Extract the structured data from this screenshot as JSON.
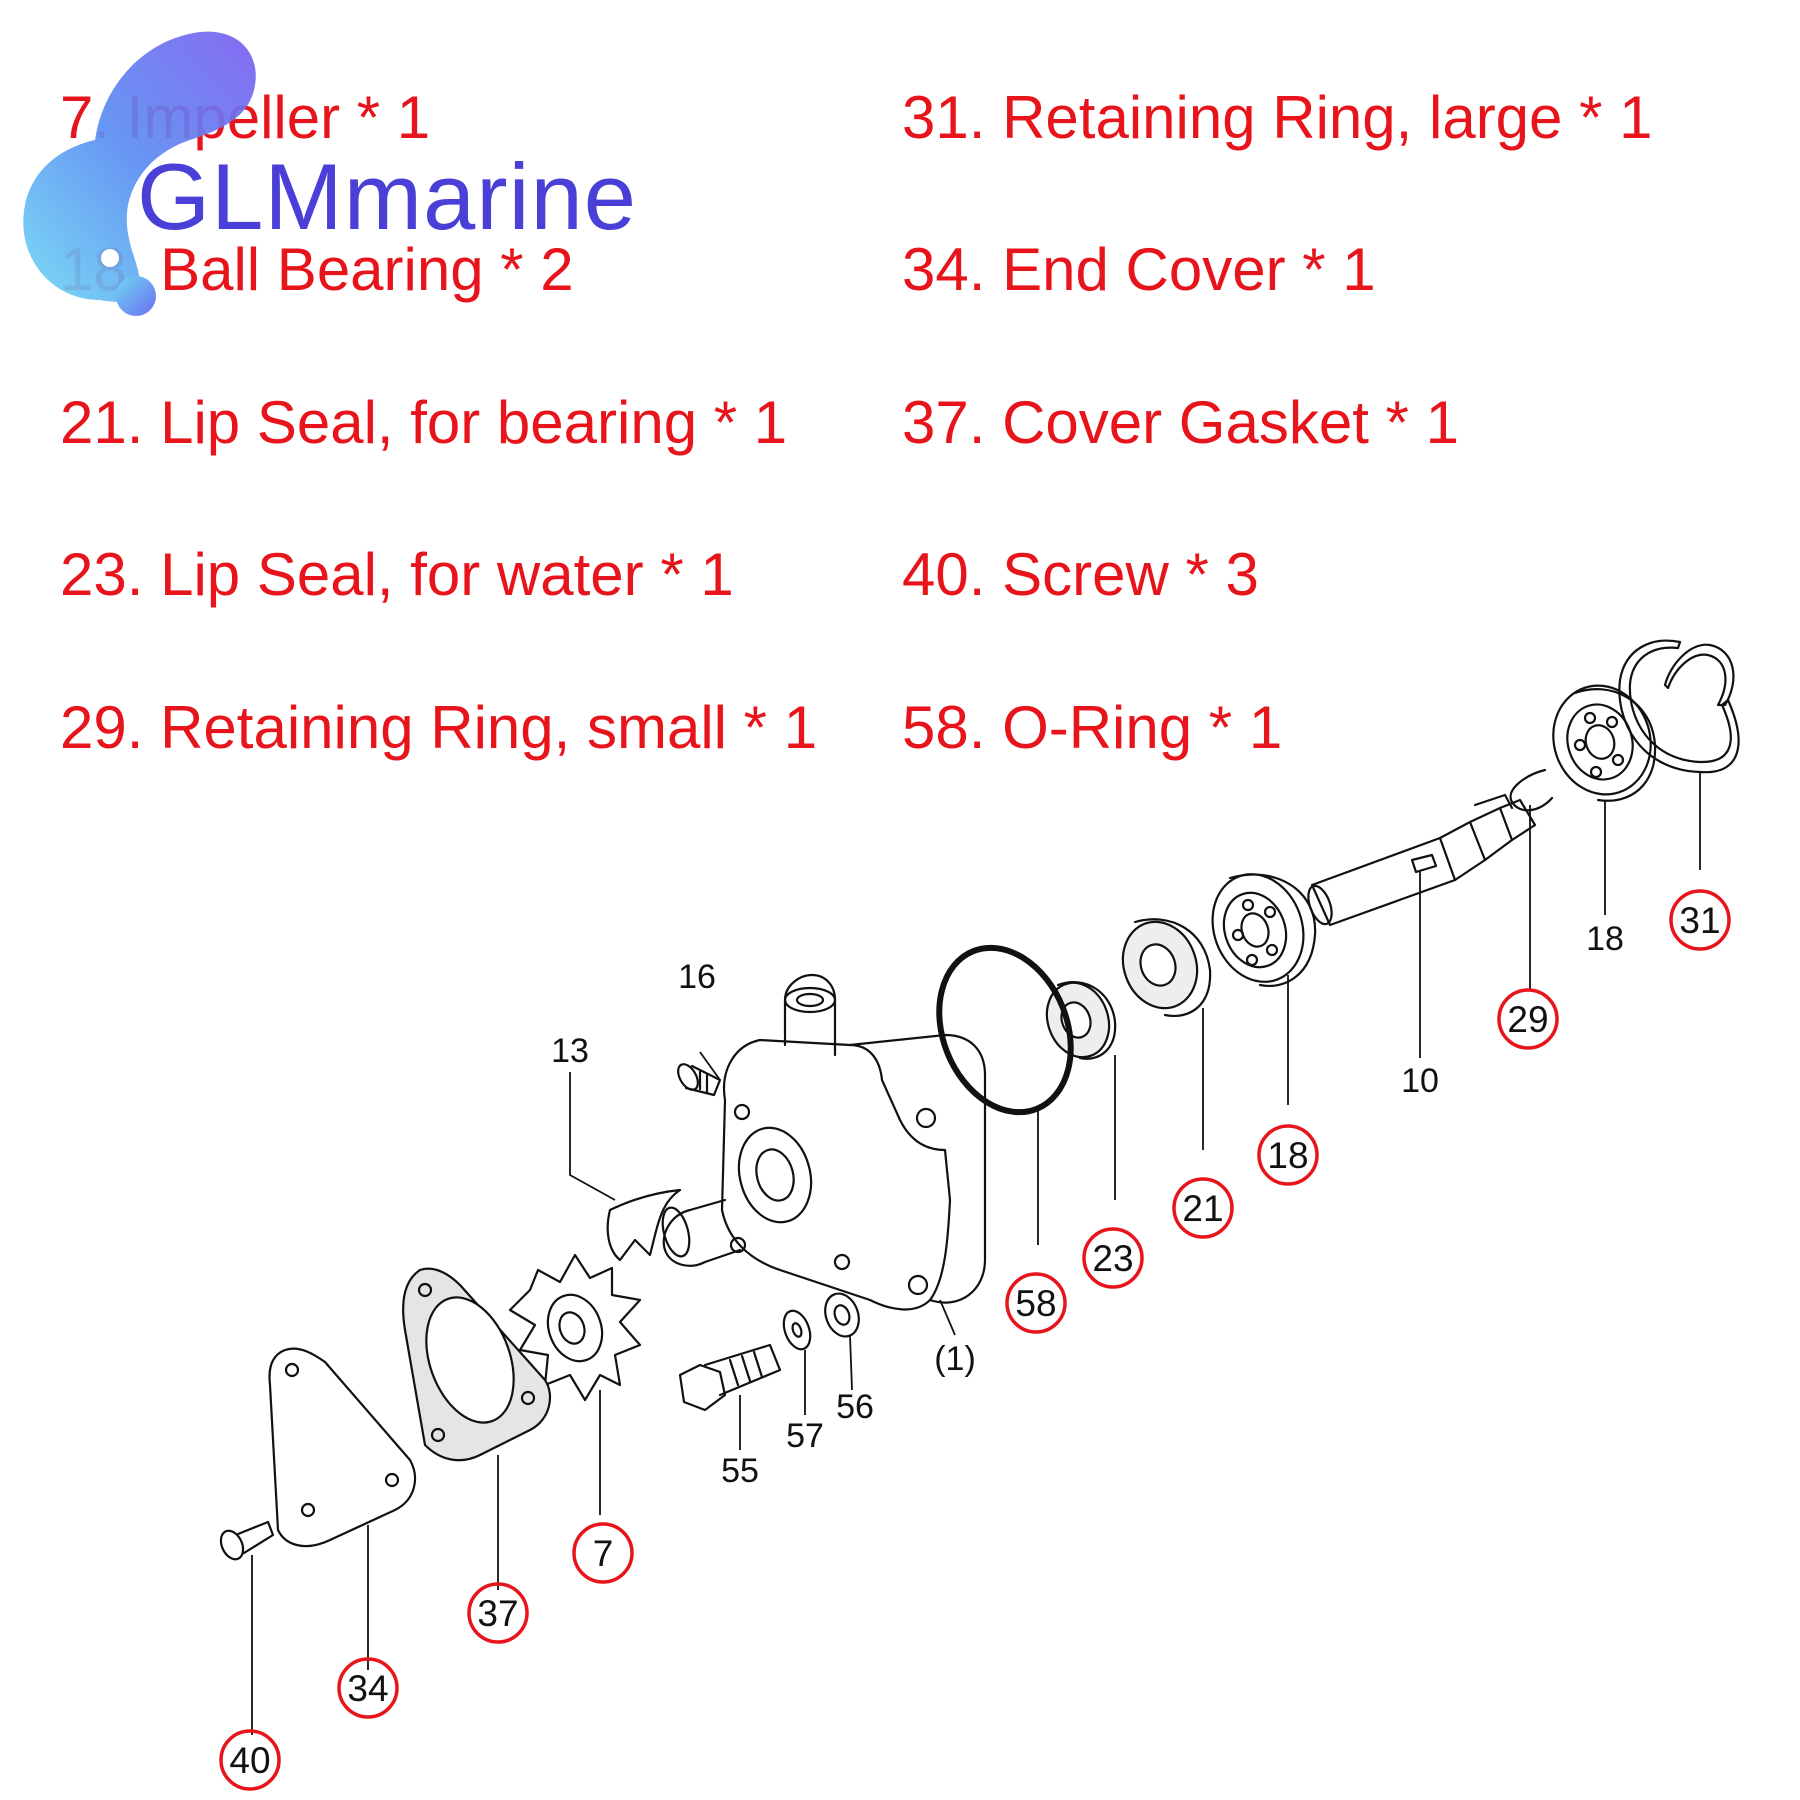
{
  "brand": {
    "name": "GLMmarine",
    "text_color": "#4a3fd6",
    "blob_colors": [
      "#7b5ef0",
      "#5a8df2",
      "#6fd8f3"
    ]
  },
  "parts_color": "#e8141b",
  "parts_left": [
    "7. Impeller * 1",
    "18. Ball Bearing * 2",
    "21. Lip Seal, for bearing * 1",
    "23. Lip Seal, for water * 1",
    "29. Retaining Ring, small * 1"
  ],
  "parts_right": [
    "31. Retaining Ring, large * 1",
    "34. End Cover * 1",
    "37. Cover Gasket * 1",
    "40. Screw * 3",
    "58. O-Ring * 1"
  ],
  "diagram": {
    "callouts": [
      "40",
      "34",
      "37",
      "7",
      "58",
      "23",
      "21",
      "18",
      "29",
      "31"
    ],
    "labels": [
      "16",
      "13",
      "(1)",
      "10",
      "18",
      "55",
      "57",
      "56"
    ]
  }
}
